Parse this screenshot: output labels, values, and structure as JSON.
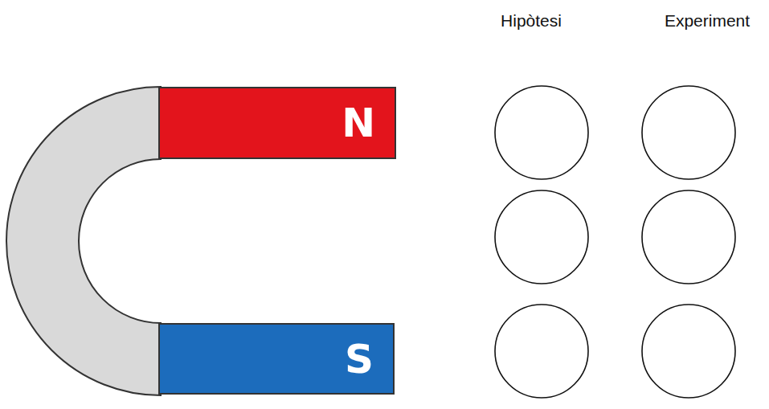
{
  "diagram": {
    "nodes": [
      {
        "text": [
          "N"
        ]
      },
      {
        "text": [
          "S"
        ]
      }
    ],
    "labels": [
      "Hipòtesi",
      "Experiment"
    ]
  }
}
